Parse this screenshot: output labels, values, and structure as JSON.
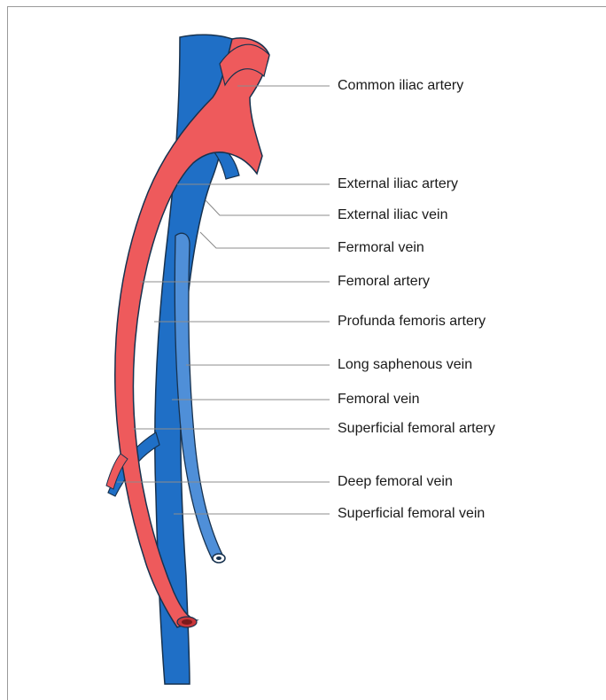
{
  "labels": [
    "Common iliac artery",
    "External iliac artery",
    "External iliac vein",
    "Fermoral vein",
    "Femoral artery",
    "Profunda femoris artery",
    "Long saphenous vein",
    "Femoral vein",
    "Superficial femoral artery",
    "Deep femoral vein",
    "Superficial femoral vein"
  ],
  "colors": {
    "artery": "#ee5a5c",
    "vein": "#1f6fc6",
    "saphenous_vein": "#4f8fd8",
    "outline": "#17324f",
    "leader_line": "#8c8c8c",
    "frame": "#9a9a9a"
  }
}
